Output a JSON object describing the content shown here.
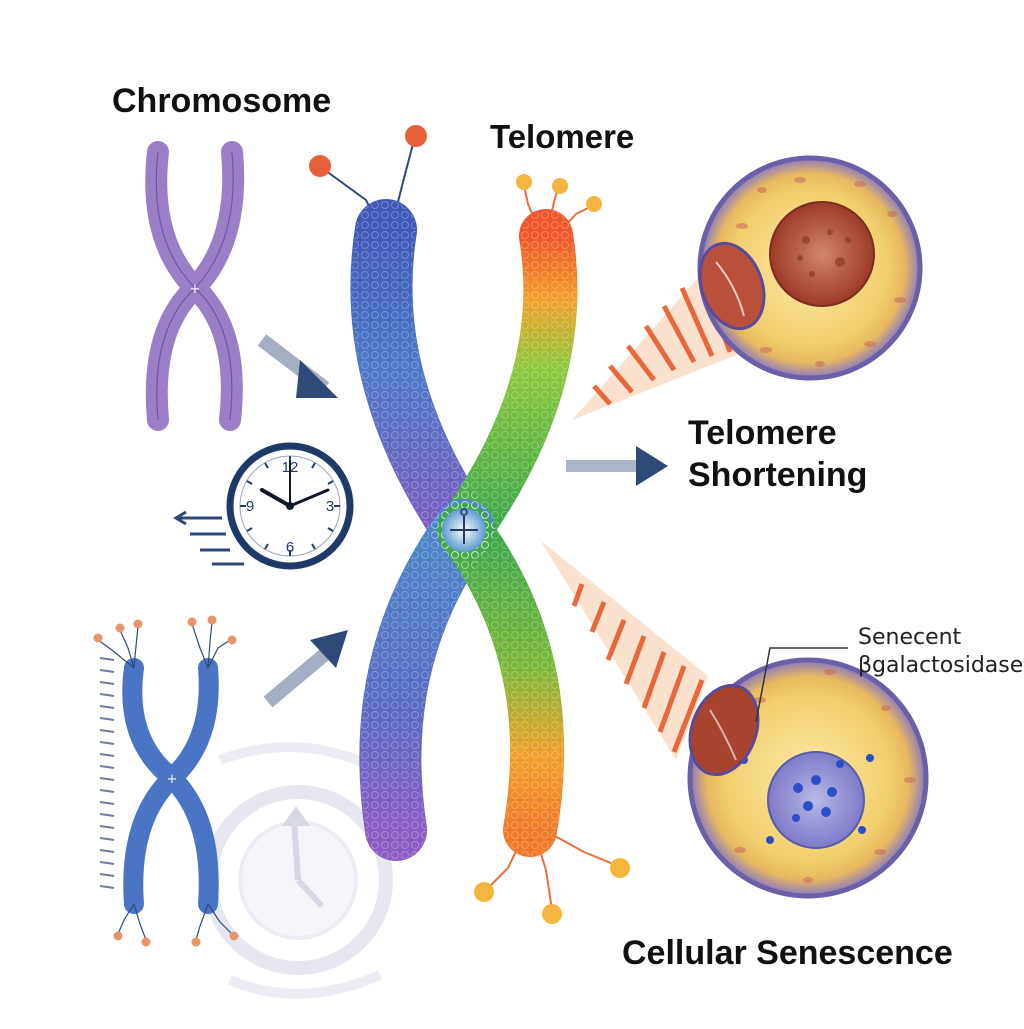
{
  "labels": {
    "chromosome": "Chromosome",
    "telomere": "Telomere",
    "telomere_shortening_line1": "Telomere",
    "telomere_shortening_line2": "Shortening",
    "cellular_senescence": "Cellular Senescence",
    "annotation_line1": "Senecent",
    "annotation_line2": "βgalactosidase"
  },
  "clock": {
    "numerals": [
      "12",
      "3",
      "6",
      "9"
    ]
  },
  "colors": {
    "chromosome_purple": "#9b7fc6",
    "chromosome_blue": "#4a64c0",
    "telomere_gradient": [
      "#f0552a",
      "#f0a028",
      "#4bb84a",
      "#3aa64a",
      "#f0a028"
    ],
    "arrow_navy": "#2f4a78",
    "cell_border": "#6a5fa8",
    "cell_fill": "#f4d97a",
    "nucleus_red": "#a8442e",
    "nucleus_blue_dots": "#2a4fc8"
  },
  "icons": [
    "clock-icon",
    "arrow-icon",
    "faded-clock-icon"
  ]
}
